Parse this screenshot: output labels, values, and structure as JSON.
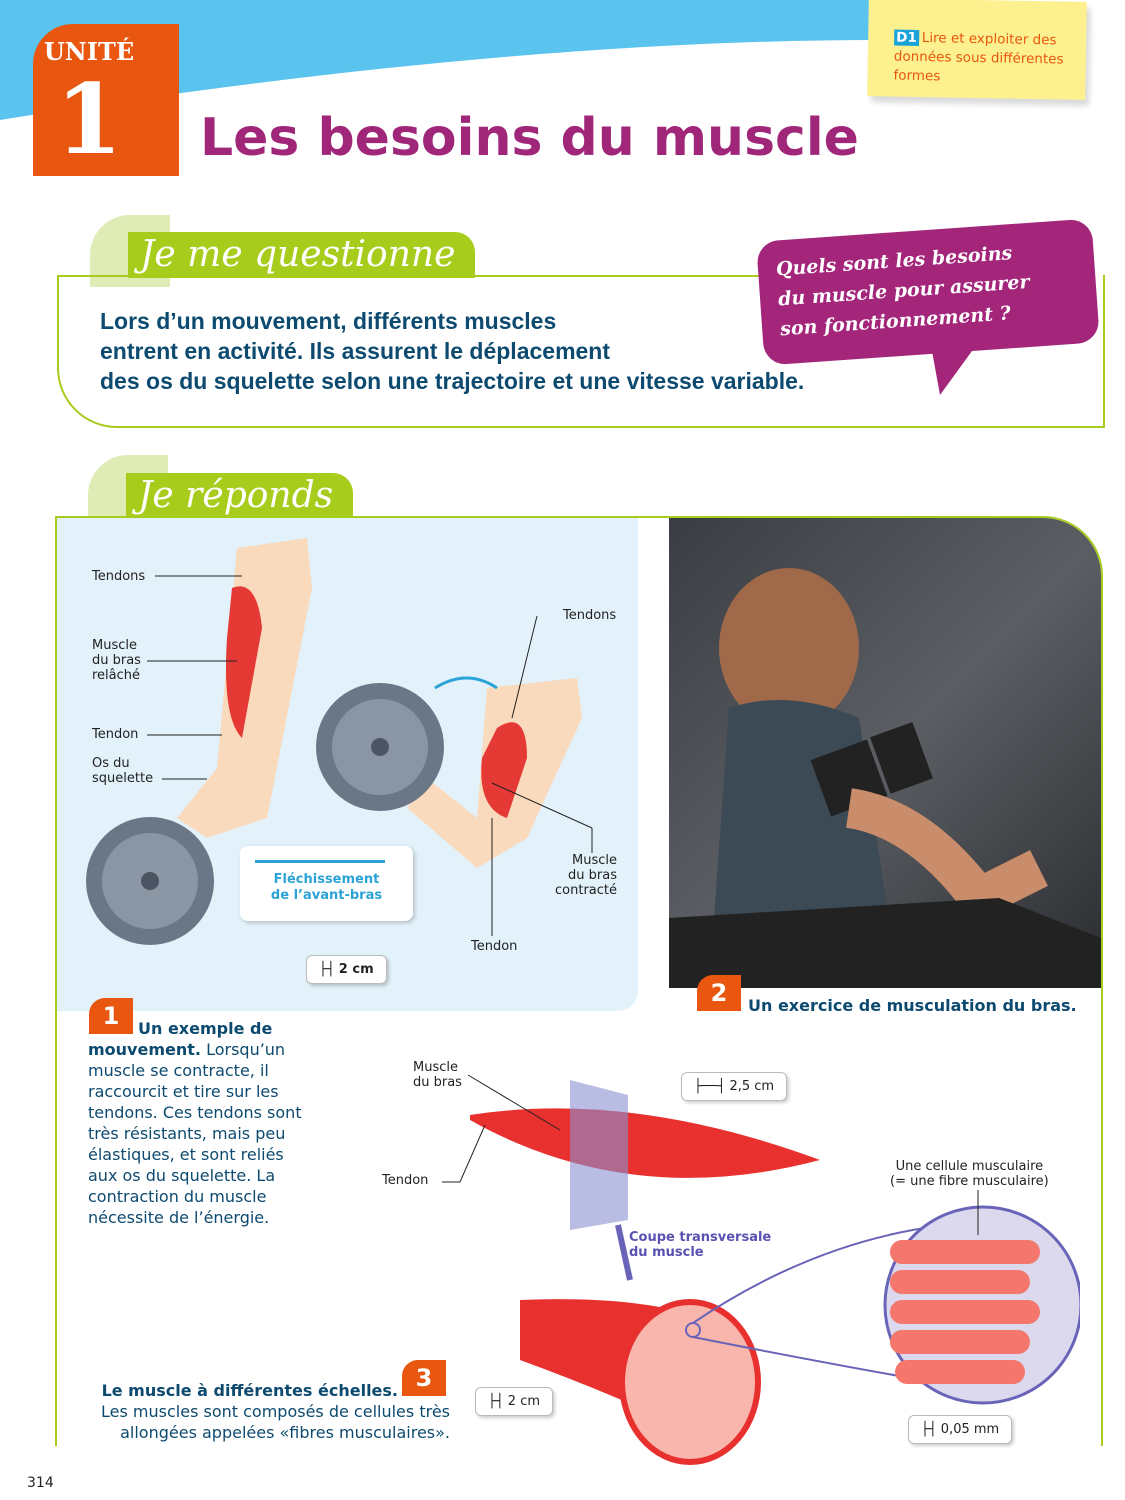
{
  "header": {
    "unit_label": "UNITÉ",
    "unit_number": "1",
    "title": "Les besoins du muscle"
  },
  "skill_note": {
    "code": "D1",
    "text": "Lire et exploiter des données sous différentes formes"
  },
  "question_section": {
    "heading": "Je me questionne",
    "intro_lines": [
      "Lors d’un mouvement, différents muscles",
      "entrent en activité. Ils assurent le déplacement",
      "des os du squelette selon une trajectoire et une vitesse variable."
    ],
    "bubble_lines": [
      "Quels sont les besoins",
      "du muscle pour assurer",
      "son fonctionnement ?"
    ]
  },
  "answer_section": {
    "heading": "Je réponds"
  },
  "doc1": {
    "number": "1",
    "labels": {
      "tendons_left": "Tendons",
      "muscle_relaxed": [
        "Muscle",
        "du bras",
        "relâché"
      ],
      "tendon_left": "Tendon",
      "bone": [
        "Os du",
        "squelette"
      ],
      "tendons_right": "Tendons",
      "muscle_contracted": [
        "Muscle",
        "du bras",
        "contracté"
      ],
      "tendon_right": "Tendon"
    },
    "action": [
      "Fléchissement",
      "de l’avant-bras"
    ],
    "scale": "2 cm",
    "caption_title": "Un exemple de mouvement.",
    "caption_text": " Lorsqu’un muscle se contracte, il raccourcit et tire sur les tendons. Ces tendons sont très résistants, mais peu élastiques, et sont reliés aux os du squelette. La contraction du muscle nécessite de l’énergie."
  },
  "doc2": {
    "number": "2",
    "caption": "Un exercice de musculation du bras."
  },
  "doc3": {
    "number": "3",
    "labels": {
      "muscle": [
        "Muscle",
        "du bras"
      ],
      "tendon": "Tendon",
      "section": [
        "Coupe transversale",
        "du muscle"
      ],
      "cell": [
        "Une cellule musculaire",
        "(= une fibre musculaire)"
      ]
    },
    "scales": {
      "muscle": "2,5 cm",
      "section": "2 cm",
      "cell": "0,05 mm"
    },
    "caption_title": "Le muscle à différentes échelles.",
    "caption_text": "Les muscles sont composés de cellules très allongées appelées «fibres musculaires»."
  },
  "page_number": "314"
}
